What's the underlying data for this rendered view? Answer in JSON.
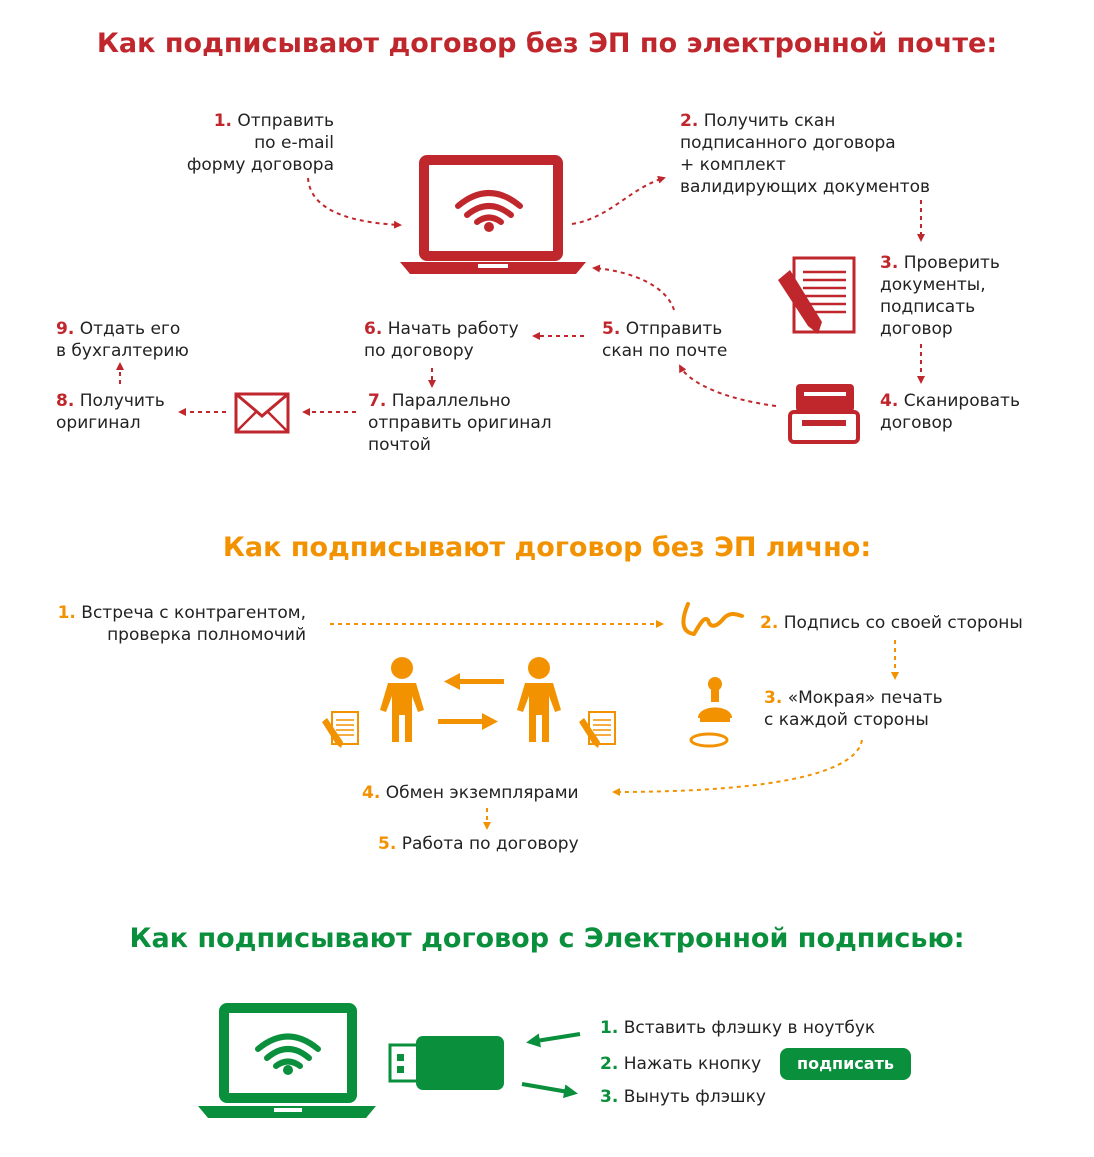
{
  "section_email": {
    "title": "Как подписывают договор без ЭП по электронной почте:",
    "steps": [
      {
        "num": "1.",
        "text": "Отправить\nпо e-mail\nформу договора"
      },
      {
        "num": "2.",
        "text": "Получить скан\nподписанного договора\n+ комплект\nвалидирующих документов"
      },
      {
        "num": "3.",
        "text": "Проверить\nдокументы,\nподписать\nдоговор"
      },
      {
        "num": "4.",
        "text": "Сканировать\nдоговор"
      },
      {
        "num": "5.",
        "text": "Отправить\nскан по почте"
      },
      {
        "num": "6.",
        "text": "Начать работу\nпо договору"
      },
      {
        "num": "7.",
        "text": "Параллельно\nотправить оригинал\nпочтой"
      },
      {
        "num": "8.",
        "text": "Получить\nоригинал"
      },
      {
        "num": "9.",
        "text": "Отдать его\nв бухгалтерию"
      }
    ]
  },
  "section_personal": {
    "title": "Как подписывают договор без ЭП лично:",
    "steps": [
      {
        "num": "1.",
        "text": "Встреча с контрагентом,\nпроверка полномочий"
      },
      {
        "num": "2.",
        "text": "Подпись со своей стороны"
      },
      {
        "num": "3.",
        "text": "«Мокрая» печать\nс каждой стороны"
      },
      {
        "num": "4.",
        "text": "Обмен экземплярами"
      },
      {
        "num": "5.",
        "text": "Работа по договору"
      }
    ]
  },
  "section_ep": {
    "title": "Как подписывают договор с Электронной подписью:",
    "steps": [
      {
        "num": "1.",
        "text": "Вставить флэшку в ноутбук"
      },
      {
        "num": "2.",
        "text": "Нажать кнопку"
      },
      {
        "num": "3.",
        "text": "Вынуть флэшку"
      }
    ],
    "button_label": "подписать"
  },
  "colors": {
    "red": "#c0272d",
    "orange": "#f39200",
    "green": "#0a8f3d"
  },
  "icons": [
    "laptop-wifi-icon",
    "document-pen-icon",
    "scanner-icon",
    "envelope-icon",
    "person-icon",
    "signature-icon",
    "stamp-icon",
    "usb-flash-icon",
    "arrow-icon"
  ]
}
